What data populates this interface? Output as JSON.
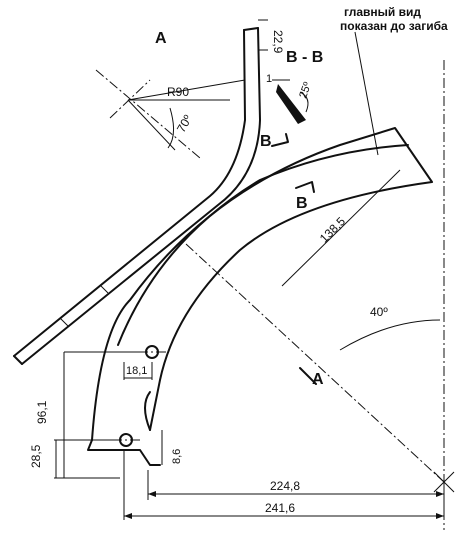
{
  "labels": {
    "section_a_top": "A",
    "section_a_bottom": "A",
    "section_bb": "B - B",
    "main_view_line1": "главный вид",
    "main_view_line2": "показан до загиба",
    "arrow_b_upper": "B",
    "arrow_b_lower": "B"
  },
  "dimensions": {
    "thickness": "22,9",
    "radius": "R90",
    "angle_70": "70º",
    "angle_25": "25º",
    "small_1": "1",
    "len_138_5": "138,5",
    "angle_40": "40º",
    "gap_18_1": "18,1",
    "height_96_1": "96,1",
    "height_28_5": "28,5",
    "small_8_6": "8,6",
    "width_224_8": "224,8",
    "width_241_6": "241,6"
  }
}
